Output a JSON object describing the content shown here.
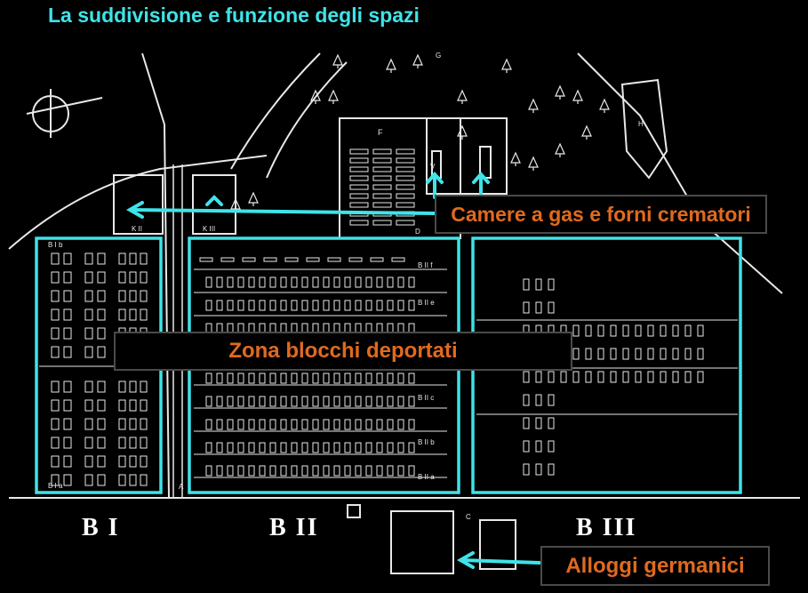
{
  "title": "La suddivisione e funzione degli spazi",
  "labels": {
    "gas_chambers": "Camere a gas e forni crematori",
    "deportee_zone": "Zona blocchi deportati",
    "german_quarters": "Alloggi germanici"
  },
  "sectors": [
    "B I",
    "B II",
    "B III"
  ],
  "map_letters": {
    "krema_2": "K II",
    "krema_3": "K III",
    "sub_b1b": "B I b",
    "sub_b1a": "B I a",
    "sub_b2f": "B II f",
    "sub_b2e": "B II e",
    "sub_b2c": "B II c",
    "sub_b2b": "B II b",
    "sub_b2a": "B II a",
    "f": "F",
    "g": "G",
    "h": "H",
    "d": "D",
    "v": "V",
    "a": "A",
    "c": "C"
  },
  "colors": {
    "background": "#000000",
    "highlight": "#3fe3e8",
    "label_text": "#e06a1e",
    "map_lines": "#e8e8e8"
  },
  "icons": [
    "compass-rose-icon",
    "tree-icon",
    "arrow-left-icon",
    "arrow-up-icon"
  ]
}
